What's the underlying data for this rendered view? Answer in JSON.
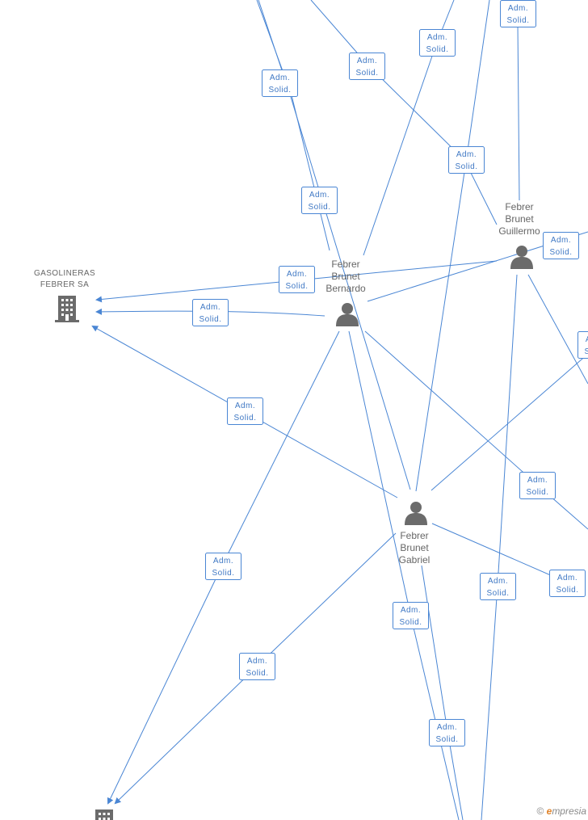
{
  "edge_label": [
    "Adm.",
    "Solid."
  ],
  "nodes": {
    "gasolineras": {
      "label": [
        "GASOLINERAS",
        "FEBRER SA"
      ],
      "type": "company"
    },
    "bernardo": {
      "label": [
        "Febrer",
        "Brunet",
        "Bernardo"
      ],
      "type": "person"
    },
    "guillermo": {
      "label": [
        "Febrer",
        "Brunet",
        "Guillermo"
      ],
      "type": "person"
    },
    "gabriel": {
      "label": [
        "Febrer",
        "Brunet",
        "Gabriel"
      ],
      "type": "person"
    },
    "bottom_company": {
      "label": [],
      "type": "company"
    }
  },
  "brand": {
    "copyright": "©",
    "e": "e",
    "rest": "mpresia"
  }
}
